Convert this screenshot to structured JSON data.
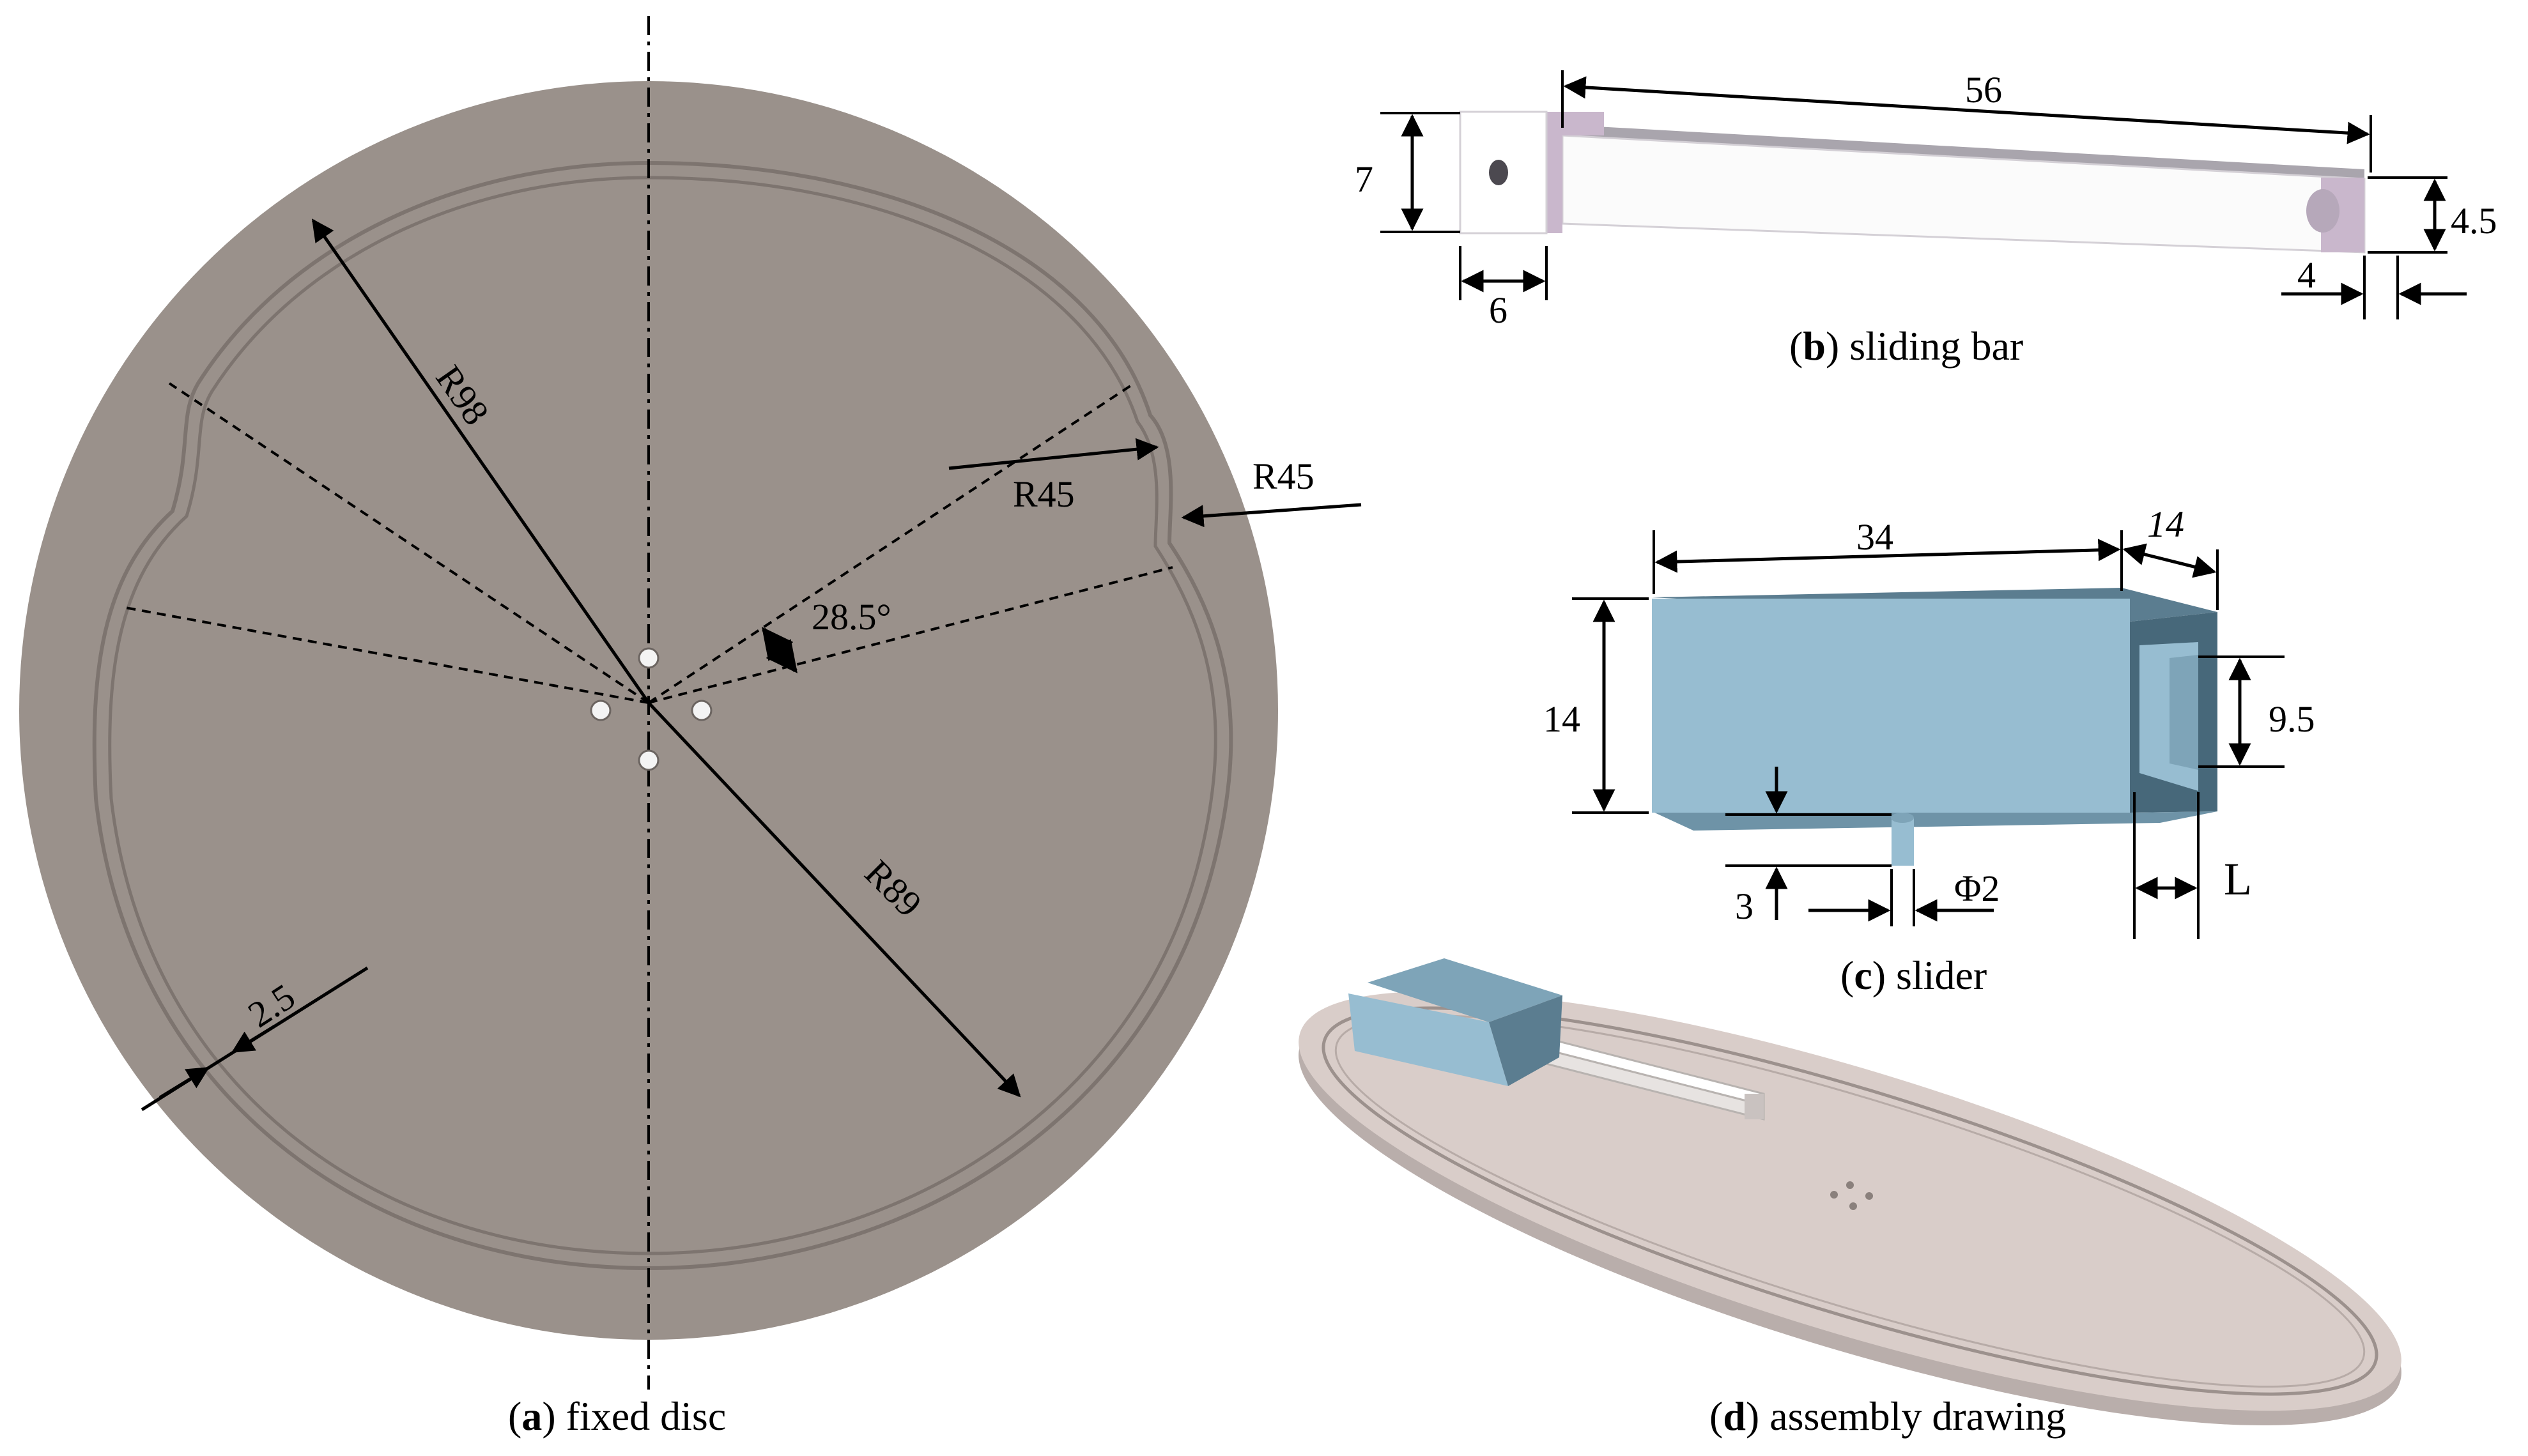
{
  "panel_a": {
    "caption_letter": "a",
    "caption_text": " fixed disc",
    "labels": {
      "r98": "R98",
      "r89": "R89",
      "r45_inner": "R45",
      "r45_outer": "R45",
      "angle": "28.5°",
      "width": "2.5"
    }
  },
  "panel_b": {
    "caption_letter": "b",
    "caption_text": " sliding bar",
    "labels": {
      "length": "56",
      "height_left": "7",
      "height_right": "4.5",
      "width_left": "6",
      "width_right": "4"
    }
  },
  "panel_c": {
    "caption_letter": "c",
    "caption_text": " slider",
    "labels": {
      "length": "34",
      "depth": "14",
      "height": "14",
      "slot": "9.5",
      "pin_height": "3",
      "pin_dia": "Φ2",
      "slot_depth": "L"
    }
  },
  "panel_d": {
    "caption_letter": "d",
    "caption_text": " assembly drawing"
  },
  "colors": {
    "disc": "#9a918b",
    "slider": "#97bdd1",
    "bar": "#c9b7cc",
    "plate": "#d9cdc9"
  }
}
